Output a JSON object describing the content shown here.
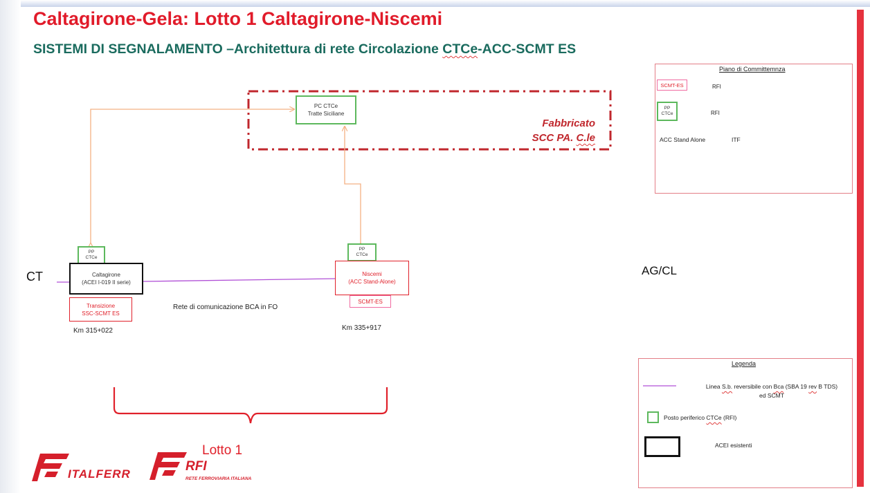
{
  "title": "Caltagirone-Gela: Lotto 1 Caltagirone-Niscemi",
  "subtitle": {
    "prefix": "SISTEMI DI SEGNALAMENTO –Architettura di rete Circolazione ",
    "underlined": "CTCe",
    "suffix": "-ACC-SCMT ES"
  },
  "fabbricato": {
    "line1": "Fabbricato",
    "line2_prefix": "SCC PA. ",
    "line2_underlined": "C.le"
  },
  "pc_ctce": {
    "line1": "PC CTCe",
    "line2": "Tratte Siciliane"
  },
  "caltagirone": {
    "pp_line1": "PP",
    "pp_line2": "CTCe",
    "name": "Caltagirone",
    "detail": "(ACEI I-019 II serie)",
    "transizione_line1": "Transizione",
    "transizione_line2": "SSC-SCMT ES",
    "km": "Km 315+022"
  },
  "niscemi": {
    "pp_line1": "PP",
    "pp_line2": "CTCe",
    "name": "Niscemi",
    "detail": "(ACC Stand-Alone)",
    "scmt": "SCMT-ES",
    "km": "Km 335+917"
  },
  "ct_label": "CT",
  "agcl_label": "AG/CL",
  "network_label": "Rete di comunicazione BCA in FO",
  "lotto_label": "Lotto 1",
  "piano": {
    "title": "Piano di Committemnza",
    "rows": [
      {
        "tag": "SCMT-ES",
        "owner": "RFI"
      },
      {
        "tag_line1": "PP",
        "tag_line2": "CTCe",
        "owner": "RFI"
      },
      {
        "tag": "ACC Stand Alone",
        "owner": "ITF"
      }
    ]
  },
  "legenda": {
    "title": "Legenda",
    "line_text_1_prefix": "Linea ",
    "line_text_1_sb": "S.b.",
    "line_text_1_mid": " reversibile con ",
    "line_text_1_bca": "Bca",
    "line_text_1_mid2": " (SBA 19 ",
    "line_text_1_rev": "rev",
    "line_text_1_suffix": " B TDS)",
    "line_text_2": "ed SCMT",
    "pp_text_prefix": "Posto periferico ",
    "pp_text_underlined": "CTCe",
    "pp_text_suffix": " (RFI)",
    "acei_text": "ACEI esistenti"
  },
  "logos": {
    "italferr": "ITALFERR",
    "rfi": "RFI",
    "rfi_sub": "RETE FERROVIARIA ITALIANA"
  },
  "colors": {
    "title_red": "#e11b2a",
    "subtitle_teal": "#1a6b5e",
    "link_orange": "#f4b183",
    "line_purple": "#b04fd6",
    "pp_green": "#5cb85c",
    "brace_red": "#e0202a"
  },
  "icons": [
    "italferr-logo-icon",
    "rfi-logo-icon"
  ]
}
